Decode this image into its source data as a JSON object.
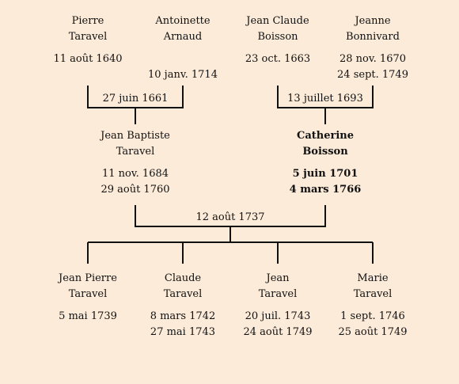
{
  "grandparents": [
    {
      "name_line1": "Pierre",
      "name_line2": "Taravel",
      "birth": "11 août 1640",
      "death": ""
    },
    {
      "name_line1": "Antoinette",
      "name_line2": "Arnaud",
      "birth": "",
      "death": "10 janv. 1714"
    },
    {
      "name_line1": "Jean Claude",
      "name_line2": "Boisson",
      "birth": "23 oct. 1663",
      "death": ""
    },
    {
      "name_line1": "Jeanne",
      "name_line2": "Bonnivard",
      "birth": "28 nov. 1670",
      "death": "24 sept. 1749"
    }
  ],
  "marriages": {
    "paternal": "27 juin 1661",
    "maternal": "13 juillet 1693",
    "parents": "12 août 1737"
  },
  "parents": [
    {
      "name_line1": "Jean Baptiste",
      "name_line2": "Taravel",
      "birth": "11 nov. 1684",
      "death": "29 août 1760"
    },
    {
      "name_line1": "Catherine",
      "name_line2": "Boisson",
      "birth": "5 juin 1701",
      "death": "4 mars 1766"
    }
  ],
  "children": [
    {
      "name_line1": "Jean Pierre",
      "name_line2": "Taravel",
      "birth": "5 mai 1739",
      "death": ""
    },
    {
      "name_line1": "Claude",
      "name_line2": "Taravel",
      "birth": "8 mars 1742",
      "death": "27 mai 1743"
    },
    {
      "name_line1": "Jean",
      "name_line2": "Taravel",
      "birth": "20 juil. 1743",
      "death": "24 août 1749"
    },
    {
      "name_line1": "Marie",
      "name_line2": "Taravel",
      "birth": "1 sept. 1746",
      "death": "25 août 1749"
    }
  ],
  "colors": {
    "background": "#fcebd9",
    "text": "#111111",
    "lines": "#111111"
  }
}
